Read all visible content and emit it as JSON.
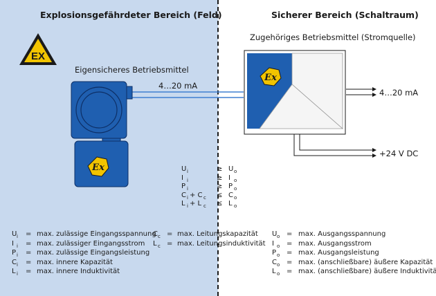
{
  "zones": {
    "hazardous_title": "Explosionsgefährdeter Bereich (Feld)",
    "safe_title": "Sicherer Bereich (Schaltraum)"
  },
  "devices": {
    "field_device_label": "Eigensicheres Betriebsmittel",
    "associated_device_label": "Zugehöriges Betriebsmittel (Stromquelle)",
    "ex_mark": "Ex",
    "warning_sign_text": "EX"
  },
  "signals": {
    "loop_label": "4…20 mA",
    "output_label": "4…20 mA",
    "supply_label": "+24 V DC"
  },
  "conditions": [
    {
      "left": "U",
      "left_sub": "i",
      "op": "≥",
      "right": "U",
      "right_sub": "o"
    },
    {
      "left": "I",
      "left_sub": "i",
      "op": "≥",
      "right": "I",
      "right_sub": "o"
    },
    {
      "left": "P",
      "left_sub": "i",
      "op": "≥",
      "right": "P",
      "right_sub": "o"
    },
    {
      "left": "C",
      "left_sub": "i",
      "left2": " + C",
      "left2_sub": "c",
      "op": "≤",
      "right": "C",
      "right_sub": "o"
    },
    {
      "left": "L",
      "left_sub": "i",
      "left2": " + L",
      "left2_sub": "c",
      "op": "≤",
      "right": "L",
      "right_sub": "o"
    }
  ],
  "legend_left": [
    {
      "sym": "U",
      "sub": "i",
      "eq": "=",
      "desc": "max. zulässige Eingangsspannung"
    },
    {
      "sym": "I",
      "sub": "i",
      "eq": "=",
      "desc": "max. zulässiger Eingangsstrom"
    },
    {
      "sym": "P",
      "sub": "i",
      "eq": "=",
      "desc": "max. zulässige Eingangsleistung"
    },
    {
      "sym": "C",
      "sub": "i",
      "eq": "=",
      "desc": "max. innere Kapazität"
    },
    {
      "sym": "L",
      "sub": "i",
      "eq": "=",
      "desc": "max. innere Induktivität"
    }
  ],
  "legend_mid": [
    {
      "sym": "C",
      "sub": "c",
      "eq": "=",
      "desc": "max. Leitungskapazität"
    },
    {
      "sym": "L",
      "sub": "c",
      "eq": "=",
      "desc": "max. Leitungsinduktivität"
    }
  ],
  "legend_right": [
    {
      "sym": "U",
      "sub": "o",
      "eq": "=",
      "desc": "max. Ausgangsspannung"
    },
    {
      "sym": "I",
      "sub": "o",
      "eq": "=",
      "desc": "max. Ausgangsstrom"
    },
    {
      "sym": "P",
      "sub": "o",
      "eq": "=",
      "desc": "max. Ausgangsleistung"
    },
    {
      "sym": "C",
      "sub": "o",
      "eq": "=",
      "desc": "max. (anschließbare) äußere Kapazität"
    },
    {
      "sym": "L",
      "sub": "o",
      "eq": "=",
      "desc": "max. (anschließbare) äußere Induktivität"
    }
  ],
  "colors": {
    "hazard_zone": "#c8d9ee",
    "device_blue": "#1f5fb0",
    "ex_yellow": "#f2c400",
    "cable": "#3f7fd0"
  }
}
